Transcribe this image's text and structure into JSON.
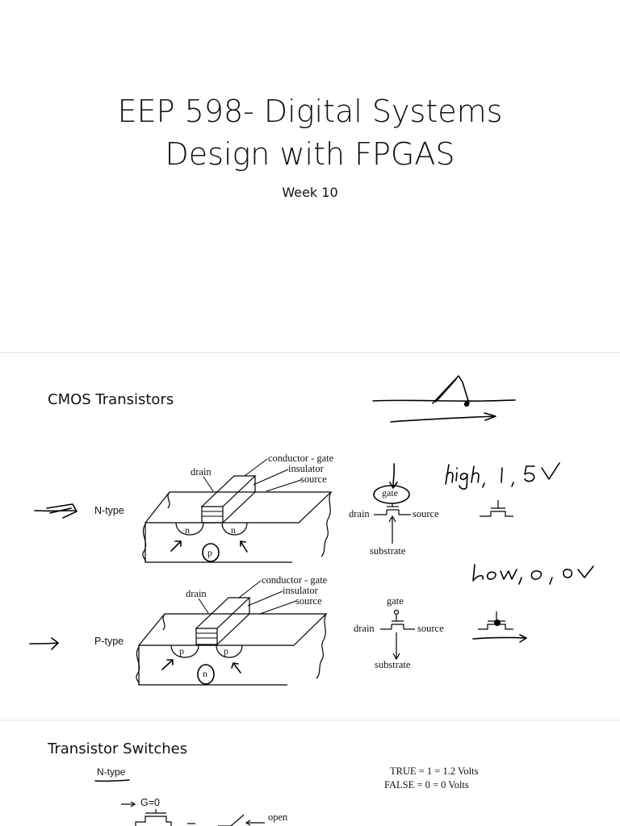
{
  "slide1": {
    "title_line1": "EEP 598- Digital Systems",
    "title_line2": "Design with FPGAS",
    "subtitle": "Week 10"
  },
  "slide2": {
    "heading": "CMOS Transistors",
    "ntype": {
      "side_label": "N-type",
      "drain": "drain",
      "conductor_gate": "conductor - gate",
      "insulator": "insulator",
      "source": "source",
      "region_left": "n",
      "region_right": "n",
      "body": "p"
    },
    "ptype": {
      "side_label": "P-type",
      "drain": "drain",
      "conductor_gate": "conductor - gate",
      "insulator": "insulator",
      "source": "source",
      "region_left": "p",
      "region_right": "p",
      "body": "n"
    },
    "nsymbol": {
      "gate": "gate",
      "drain": "drain",
      "source": "source",
      "substrate": "substrate"
    },
    "psymbol": {
      "gate": "gate",
      "drain": "drain",
      "source": "source",
      "substrate": "substrate"
    }
  },
  "slide3": {
    "heading": "Transistor Switches",
    "ntype_label": "N-type",
    "true_line": "TRUE = 1 = 1.2 Volts",
    "false_line": "FALSE = 0 = 0  Volts",
    "gate_eq": "G=0",
    "open_label": "open"
  },
  "colors": {
    "background": "#ffffff",
    "text": "#111111",
    "ink": "#000000",
    "divider": "#e0e0e0"
  }
}
